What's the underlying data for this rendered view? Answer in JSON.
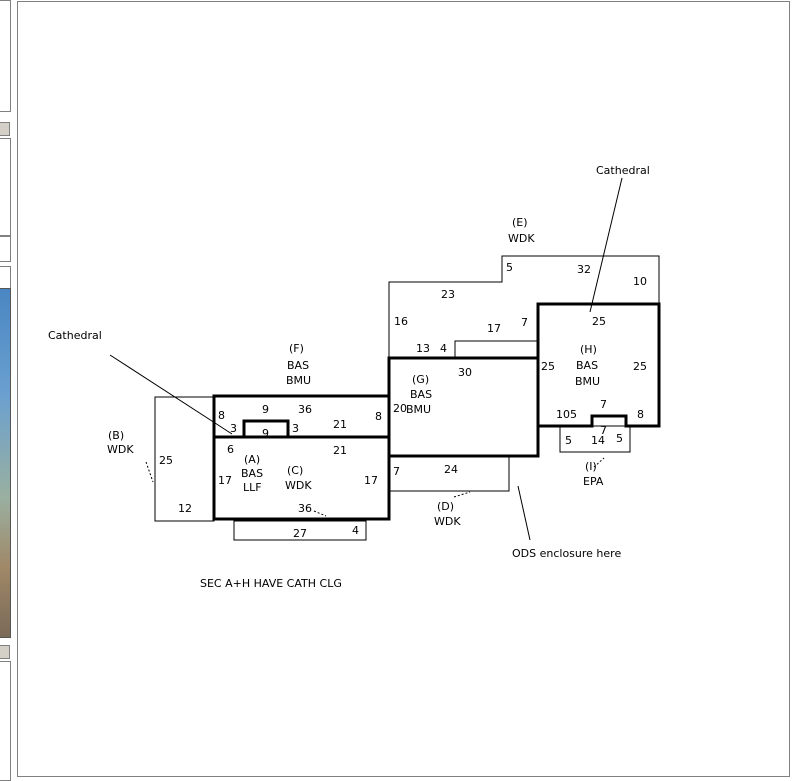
{
  "left_strip": {
    "corner_glyph": ")"
  },
  "sections": {
    "a": {
      "id": "(A)",
      "code": "BAS",
      "sub": "LLF"
    },
    "b": {
      "id": "(B)",
      "code": "WDK"
    },
    "c": {
      "id": "(C)",
      "code": "WDK"
    },
    "d": {
      "id": "(D)",
      "code": "WDK"
    },
    "e": {
      "id": "(E)",
      "code": "WDK"
    },
    "f": {
      "id": "(F)",
      "code": "BAS",
      "sub": "BMU"
    },
    "g": {
      "id": "(G)",
      "code": "BAS",
      "sub": "BMU"
    },
    "h": {
      "id": "(H)",
      "code": "BAS",
      "sub": "BMU"
    },
    "i": {
      "id": "(I)",
      "code": "EPA"
    }
  },
  "annotations": {
    "cathedral_left": "Cathedral",
    "cathedral_right": "Cathedral",
    "ods": "ODS enclosure here",
    "note": "SEC A+H HAVE CATH CLG"
  },
  "dims": {
    "b_25": "25",
    "b_12": "12",
    "f_8l": "8",
    "f_9": "9",
    "f_36": "36",
    "f_21": "21",
    "f_8r": "8",
    "a_3l": "3",
    "a_9": "9",
    "a_3r": "3",
    "a_6": "6",
    "a_17": "17",
    "c_21": "21",
    "c_17": "17",
    "c_36": "36",
    "s27": "27",
    "s4": "4",
    "d_7": "7",
    "d_24": "24",
    "g_20": "20",
    "g_30": "30",
    "e_16": "16",
    "e_23": "23",
    "e_5": "5",
    "e_32": "32",
    "e_10": "10",
    "e_13": "13",
    "e_4": "4",
    "e_17": "17",
    "e_7": "7",
    "h_25t": "25",
    "h_25l": "25",
    "h_25r": "25",
    "h_105": "105",
    "h_7": "7",
    "h_8": "8",
    "i_5l": "5",
    "i_7": "7",
    "i_14": "14",
    "i_5r": "5"
  }
}
